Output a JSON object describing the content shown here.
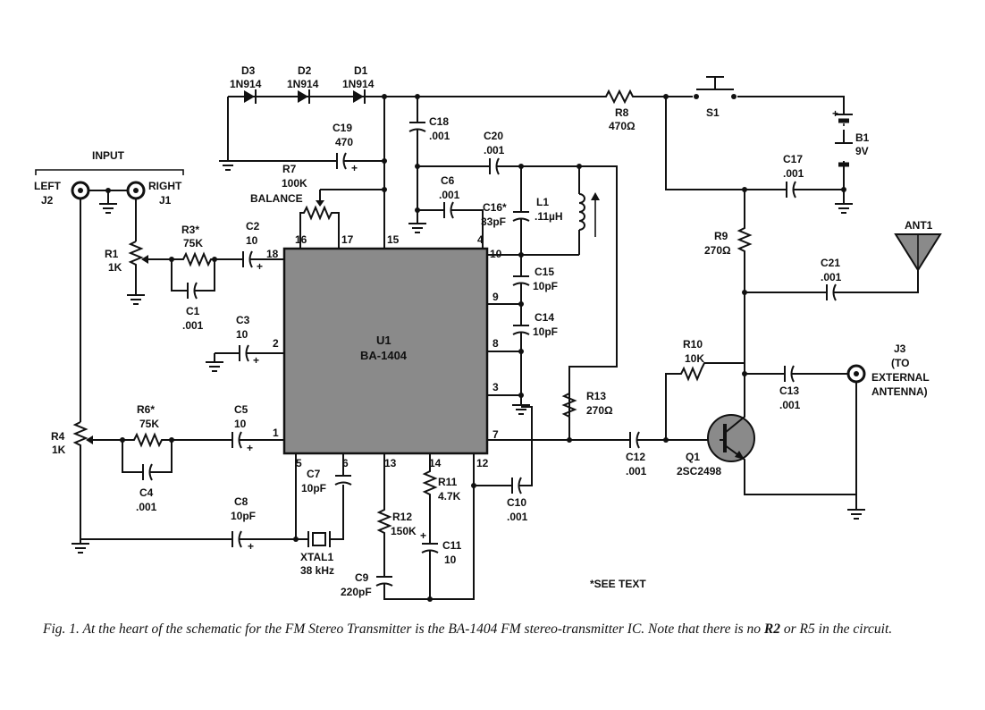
{
  "diagram": {
    "input_label": "INPUT",
    "left_label": "LEFT",
    "j2_label": "J2",
    "right_label": "RIGHT",
    "j1_label": "J1",
    "d3_ref": "D3",
    "d3_val": "1N914",
    "d2_ref": "D2",
    "d2_val": "1N914",
    "d1_ref": "D1",
    "d1_val": "1N914",
    "c18_ref": "C18",
    "c18_val": ".001",
    "c19_ref": "C19",
    "c19_val": "470",
    "c20_ref": "C20",
    "c20_val": ".001",
    "c6_ref": "C6",
    "c6_val": ".001",
    "c16_ref": "C16*",
    "c16_val": "33pF",
    "l1_ref": "L1",
    "l1_val": ".11µH",
    "r7_ref": "R7",
    "r7_val": "100K",
    "r7_note": "BALANCE",
    "r8_ref": "R8",
    "r8_val": "470Ω",
    "s1_ref": "S1",
    "b1_ref": "B1",
    "b1_val": "9V",
    "c17_ref": "C17",
    "c17_val": ".001",
    "r9_ref": "R9",
    "r9_val": "270Ω",
    "ant_ref": "ANT1",
    "c21_ref": "C21",
    "c21_val": ".001",
    "r1_ref": "R1",
    "r1_val": "1K",
    "r3_ref": "R3*",
    "r3_val": "75K",
    "c2_ref": "C2",
    "c2_val": "10",
    "c1_ref": "C1",
    "c1_val": ".001",
    "c3_ref": "C3",
    "c3_val": "10",
    "u1_ref": "U1",
    "u1_val": "BA-1404",
    "c15_ref": "C15",
    "c15_val": "10pF",
    "c14_ref": "C14",
    "c14_val": "10pF",
    "r13_ref": "R13",
    "r13_val": "270Ω",
    "r10_ref": "R10",
    "r10_val": "10K",
    "j3_ref": "J3",
    "j3_l1": "(TO",
    "j3_l2": "EXTERNAL",
    "j3_l3": "ANTENNA)",
    "c13_ref": "C13",
    "c13_val": ".001",
    "r4_ref": "R4",
    "r4_val": "1K",
    "r6_ref": "R6*",
    "r6_val": "75K",
    "c5_ref": "C5",
    "c5_val": "10",
    "c4_ref": "C4",
    "c4_val": ".001",
    "c12_ref": "C12",
    "c12_val": ".001",
    "q1_ref": "Q1",
    "q1_val": "2SC2498",
    "c7_ref": "C7",
    "c7_val": "10pF",
    "c8_ref": "C8",
    "c8_val": "10pF",
    "xtal_ref": "XTAL1",
    "xtal_val": "38 kHz",
    "r11_ref": "R11",
    "r11_val": "4.7K",
    "c10_ref": "C10",
    "c10_val": ".001",
    "r12_ref": "R12",
    "r12_val": "150K",
    "c11_ref": "C11",
    "c11_val": "10",
    "c9_ref": "C9",
    "c9_val": "220pF",
    "see_text": "*SEE TEXT",
    "pins": {
      "p16": "16",
      "p17": "17",
      "p15": "15",
      "p4": "4",
      "p18": "18",
      "p10": "10",
      "p9": "9",
      "p8": "8",
      "p3": "3",
      "p2": "2",
      "p1": "1",
      "p7": "7",
      "p5": "5",
      "p6": "6",
      "p13": "13",
      "p14": "14",
      "p12": "12"
    }
  },
  "caption": {
    "part1": "Fig. 1. At the heart of the schematic for the FM Stereo Transmitter is the BA-1404 FM stereo-transmitter IC. Note that there is no ",
    "bold1": "R2",
    "part2": " or R5 in the circuit."
  }
}
